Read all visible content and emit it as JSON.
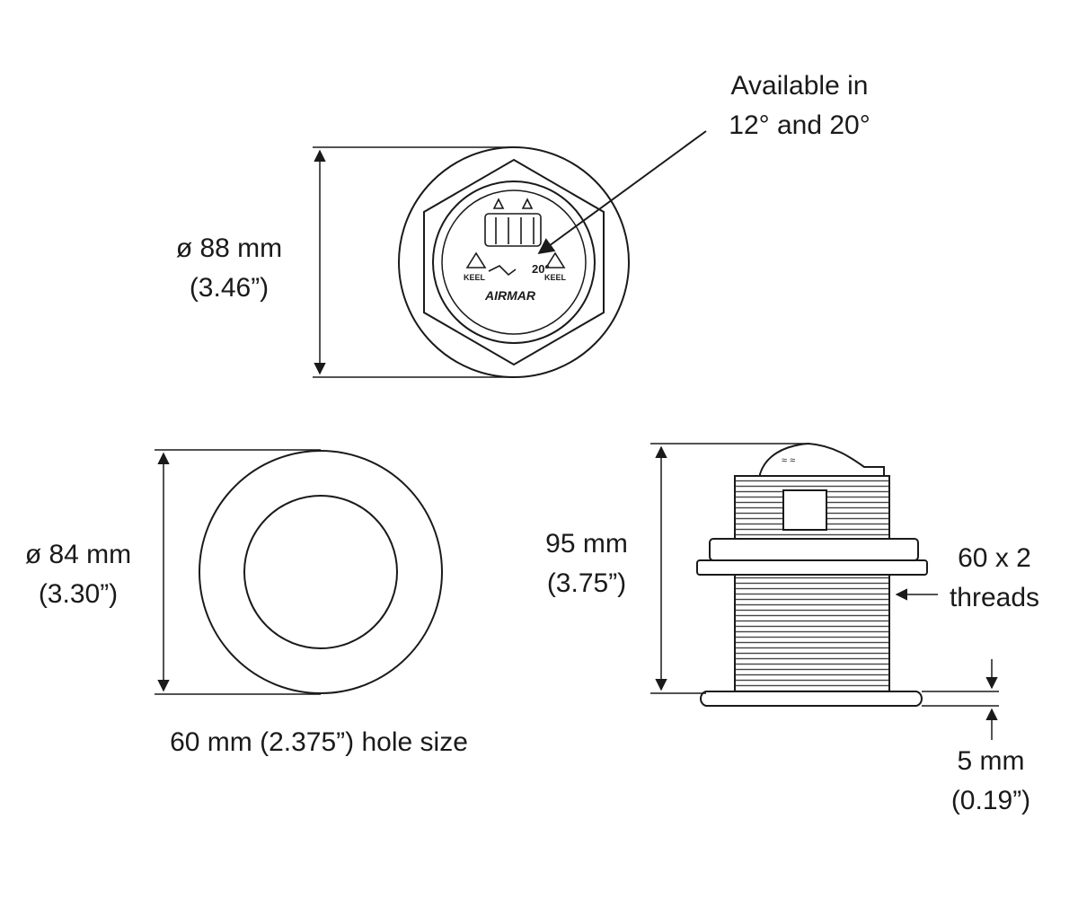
{
  "callout": {
    "line1": "Available in",
    "line2": "12° and 20°"
  },
  "top_view": {
    "dim_line1": "ø 88 mm",
    "dim_line2": "(3.46”)"
  },
  "hole_view": {
    "dim_line1": "ø 84 mm",
    "dim_line2": "(3.30”)",
    "caption": "60 mm (2.375”) hole size"
  },
  "side_view": {
    "height_line1": "95 mm",
    "height_line2": "(3.75”)",
    "thread_line1": "60 x 2",
    "thread_line2": "threads",
    "flange_line1": "5 mm",
    "flange_line2": "(0.19”)"
  },
  "face": {
    "angle": "20°",
    "left_mark": "KEEL",
    "right_mark": "KEEL",
    "brand": "AIRMAR"
  },
  "colors": {
    "line": "#1a1a1a",
    "background": "#ffffff"
  }
}
